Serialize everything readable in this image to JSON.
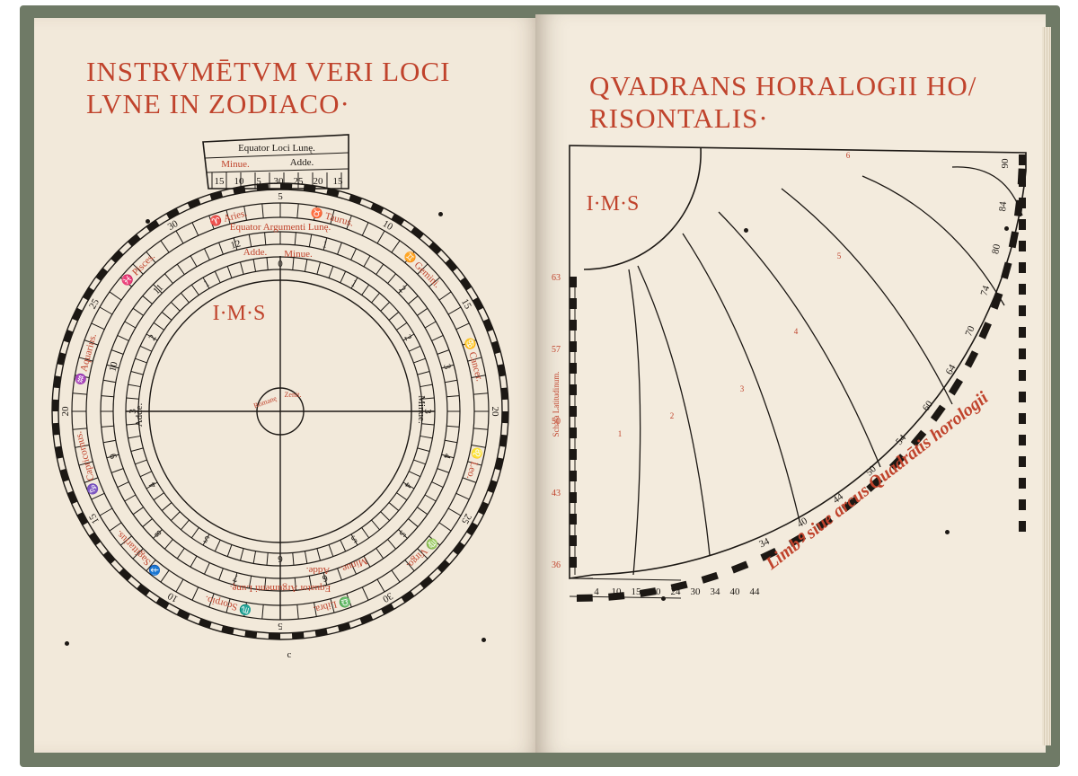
{
  "left_page": {
    "title_line1": "INSTRVMĒTVM VERI LOCI",
    "title_line2": "LVNE IN ZODIACO·",
    "volvelle_mark": "I·M·S",
    "tab_label": "Equator Loci Lunę.",
    "tab_minue": "Minue.",
    "tab_adde": "Adde.",
    "ring_label_top": "Equator Argumenti Lunę.",
    "ring_label_bottom": "Equator Argumenti Lunę.",
    "adde_top": "Adde.",
    "minue_top": "Minue.",
    "adde_side": "Adde.",
    "minue_side": "Minue.",
    "adde_bottom": "Adde.",
    "minue_bottom": "Minue.",
    "center_label_left": "Romanę",
    "center_label_right": "Zenit.",
    "signs": [
      "♈ Aries.",
      "♓ Pisces.",
      "♉ Taurus.",
      "♒ Aquarius.",
      "♊ Gemini.",
      "♑ Capricornus.",
      "♋ Cancer.",
      "♐ Sagittarius.",
      "♌ Leo.",
      "♏ Scorpio.",
      "♍ Virgo.",
      "♎ Libra."
    ],
    "outer_numbers": [
      "5",
      "10",
      "15",
      "20",
      "25",
      "30",
      "5",
      "10",
      "15",
      "20",
      "25",
      "30"
    ],
    "middle_numbers": [
      "1",
      "2",
      "3",
      "4",
      "5",
      "6",
      "7",
      "8",
      "9",
      "10",
      "11",
      "12"
    ],
    "inner_numbers": [
      "0",
      "1",
      "2",
      "3",
      "4",
      "5",
      "6",
      "5",
      "4",
      "3",
      "2",
      "1"
    ],
    "tab_numbers": [
      "15",
      "10",
      "5",
      "30",
      "25",
      "20",
      "15"
    ],
    "bottom_mark": "c"
  },
  "right_page": {
    "title_line1": "QVADRANS HORALOGII HO/",
    "title_line2": "RISONTALIS·",
    "quadrant_mark": "I·M·S",
    "latitude_scale_label": "Schala Latitudinum.",
    "limb_label": "Limbꝰ siue arcus Quadrātis horologii",
    "latitude_ticks": [
      "63",
      "57",
      "50",
      "43",
      "36"
    ],
    "bottom_scale": [
      "4",
      "10",
      "15",
      "20",
      "24",
      "30",
      "34",
      "40",
      "44"
    ],
    "arc_scale": [
      "90",
      "84",
      "80",
      "74",
      "70",
      "64",
      "60",
      "54",
      "50",
      "44",
      "40",
      "34"
    ],
    "inner_marks": [
      "6",
      "5",
      "4",
      "3",
      "2",
      "1"
    ]
  },
  "colors": {
    "ink": "#1c1814",
    "red_ink": "#c0432c",
    "paper": "#f2e9da",
    "cloth": "#6f7a66"
  }
}
